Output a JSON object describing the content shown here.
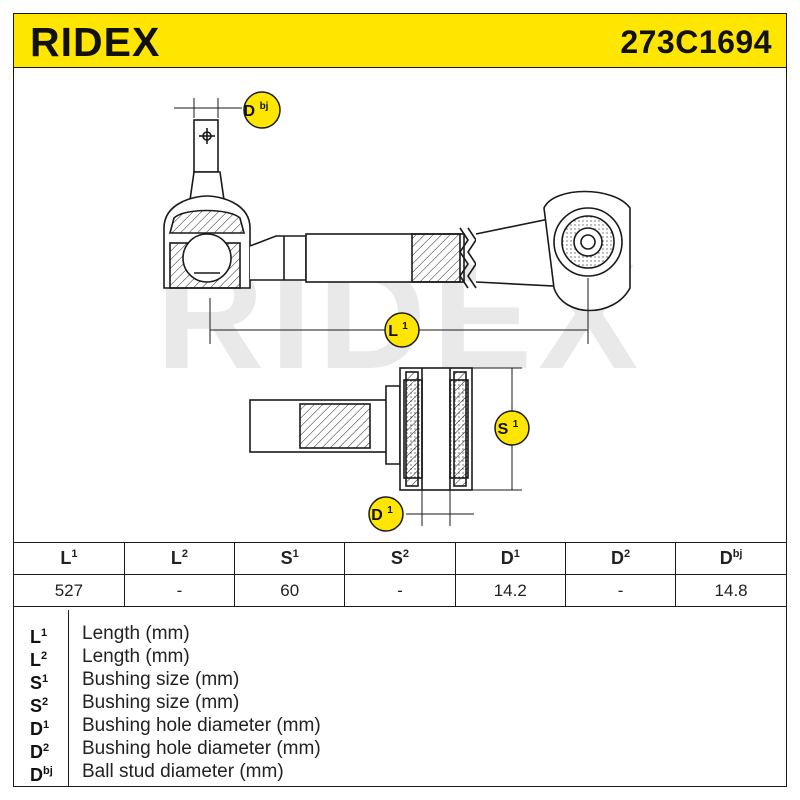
{
  "header": {
    "brand": "RIDEX",
    "part_number": "273C1694",
    "accent_color": "#ffe600"
  },
  "drawing": {
    "watermark": "RIDEX",
    "callouts": {
      "dbj": "D",
      "dbj_sup": "bj",
      "l1": "L",
      "l1_sup": "1",
      "s1": "S",
      "s1_sup": "1",
      "d1": "D",
      "d1_sup": "1"
    }
  },
  "table": {
    "headers": [
      {
        "key": "L",
        "sup": "1"
      },
      {
        "key": "L",
        "sup": "2"
      },
      {
        "key": "S",
        "sup": "1"
      },
      {
        "key": "S",
        "sup": "2"
      },
      {
        "key": "D",
        "sup": "1"
      },
      {
        "key": "D",
        "sup": "2"
      },
      {
        "key": "D",
        "sup": "bj"
      }
    ],
    "values": [
      "527",
      "-",
      "60",
      "-",
      "14.2",
      "-",
      "14.8"
    ]
  },
  "legend": [
    {
      "key": "L",
      "sup": "1",
      "desc": "Length (mm)"
    },
    {
      "key": "L",
      "sup": "2",
      "desc": "Length (mm)"
    },
    {
      "key": "S",
      "sup": "1",
      "desc": "Bushing size (mm)"
    },
    {
      "key": "S",
      "sup": "2",
      "desc": "Bushing size (mm)"
    },
    {
      "key": "D",
      "sup": "1",
      "desc": "Bushing hole diameter (mm)"
    },
    {
      "key": "D",
      "sup": "2",
      "desc": "Bushing hole diameter (mm)"
    },
    {
      "key": "D",
      "sup": "bj",
      "desc": "Ball stud diameter (mm)"
    }
  ]
}
